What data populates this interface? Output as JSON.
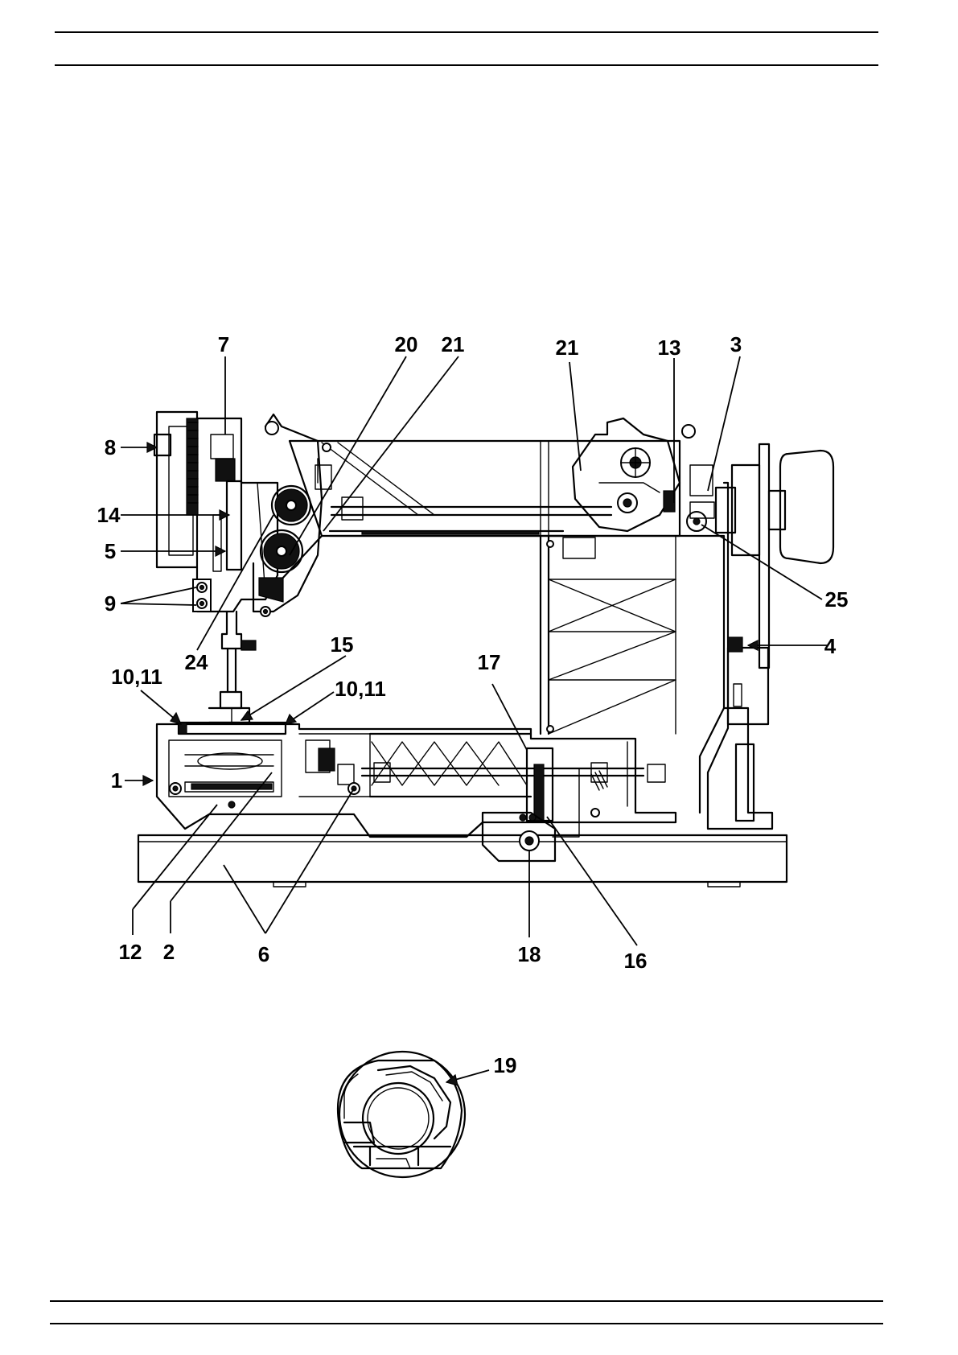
{
  "callouts": {
    "c1": "1",
    "c2": "2",
    "c3": "3",
    "c4": "4",
    "c5": "5",
    "c6": "6",
    "c7": "7",
    "c8": "8",
    "c9": "9",
    "c10_11_left": "10,11",
    "c10_11_right": "10,11",
    "c12": "12",
    "c13": "13",
    "c14": "14",
    "c15": "15",
    "c16": "16",
    "c17": "17",
    "c18": "18",
    "c19": "19",
    "c20": "20",
    "c21_left": "21",
    "c21_right": "21",
    "c24": "24",
    "c25": "25"
  }
}
